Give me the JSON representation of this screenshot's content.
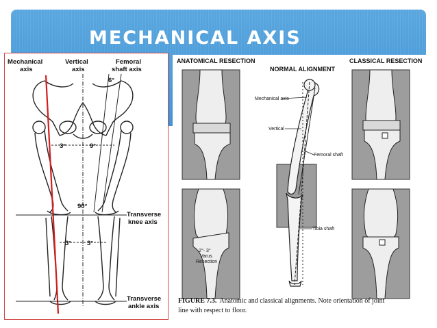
{
  "slide": {
    "title": "MECHANICAL AXIS",
    "colors": {
      "banner": "#4a9ddb",
      "red_line": "#d21e1e"
    }
  },
  "left_figure": {
    "labels": {
      "mechanical_1": "Mechanical",
      "mechanical_2": "axis",
      "vertical_1": "Vertical",
      "vertical_2": "axis",
      "femoral_1": "Femoral",
      "femoral_2": "shaft axis",
      "six_deg": "6°",
      "three_deg_left": "3°",
      "nine_deg": "9°",
      "ninety_deg": "90°",
      "knee_1": "Transverse",
      "knee_2": "knee axis",
      "three_deg_a": "3°",
      "three_deg_b": "3°",
      "ankle_1": "Transverse",
      "ankle_2": "ankle axis"
    }
  },
  "right_figure": {
    "labels": {
      "anatomical": "ANATOMICAL RESECTION",
      "normal": "NORMAL ALIGNMENT",
      "classical": "CLASSICAL RESECTION",
      "mech_axis": "Mechanical axis",
      "vertical": "Vertical",
      "femoral_shaft": "Femoral shaft",
      "tibia_shaft": "Tibia shaft",
      "varus_1": "2°- 3°",
      "varus_2": "Varus",
      "varus_3": "Resection"
    },
    "caption": {
      "figure": "FIGURE 7.3.",
      "line1": "Anatomic and classical alignments. Note orientation of joint",
      "line2": "line with respect to floor."
    }
  }
}
